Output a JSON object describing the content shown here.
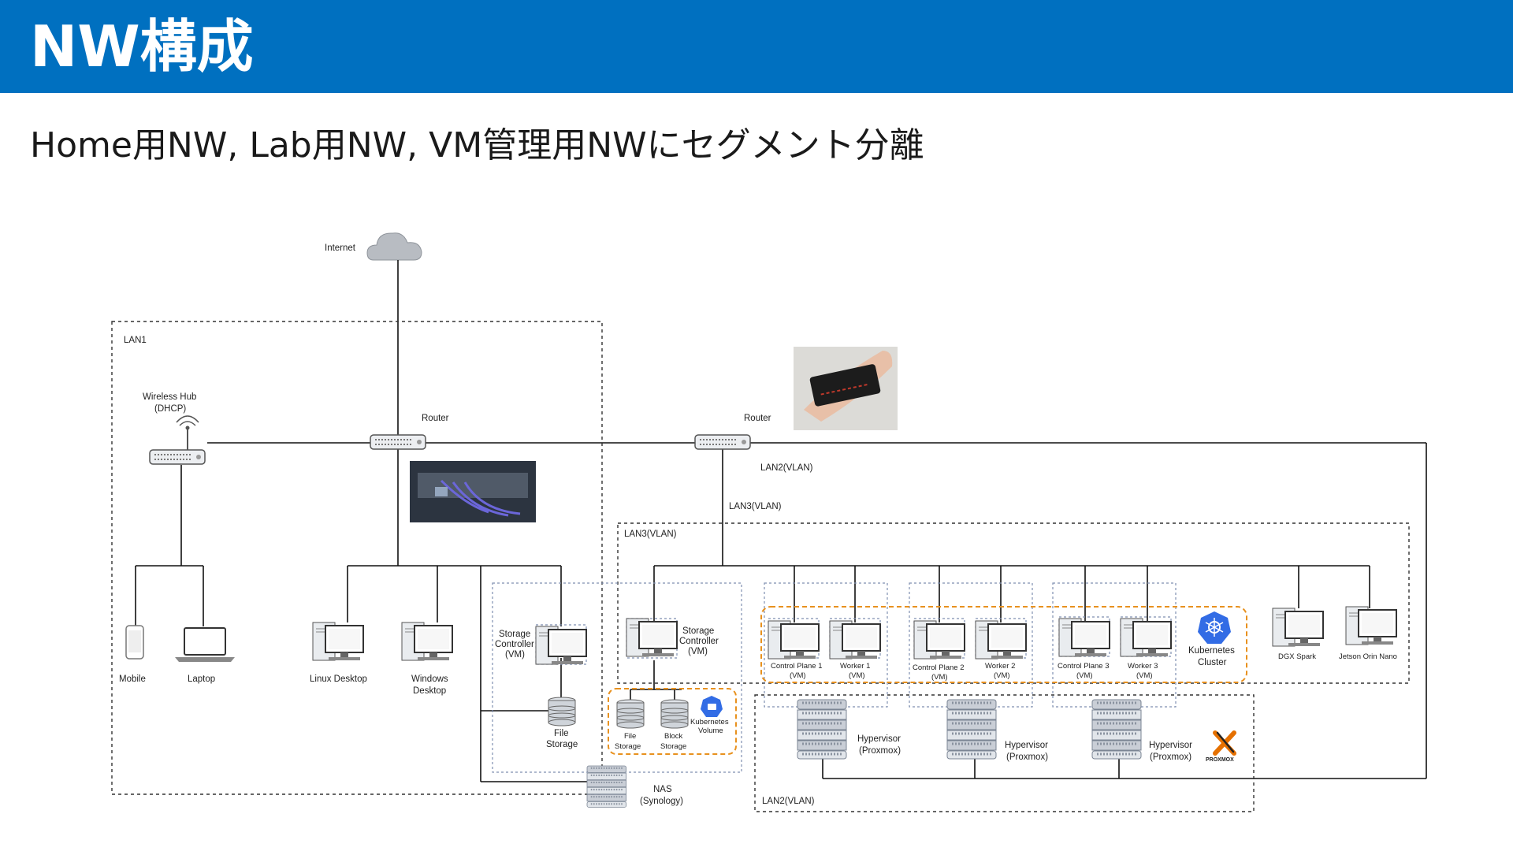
{
  "header": {
    "title": "NW構成",
    "subtitle": "Home用NW, Lab用NW, VM管理用NWにセグメント分離",
    "bar_color": "#0070c0"
  },
  "diagram": {
    "internet": "Internet",
    "lan1": "LAN1",
    "wireless_hub": [
      "Wireless Hub",
      "(DHCP)"
    ],
    "router1": "Router",
    "router2": "Router",
    "lan2_top": "LAN2(VLAN)",
    "lan3_line": "LAN3(VLAN)",
    "lan3_box": "LAN3(VLAN)",
    "lan2_bottom": "LAN2(VLAN)",
    "mobile": "Mobile",
    "laptop": "Laptop",
    "linux_desktop": "Linux Desktop",
    "windows_desktop": [
      "Windows",
      "Desktop"
    ],
    "storage_controller_left": [
      "Storage",
      "Controller",
      "(VM)"
    ],
    "storage_controller_right": [
      "Storage",
      "Controller",
      "(VM)"
    ],
    "file_storage_left": [
      "File",
      "Storage"
    ],
    "file_storage_right": [
      "File",
      "Storage"
    ],
    "block_storage": [
      "Block",
      "Storage"
    ],
    "kubernetes_volume": [
      "Kubernetes",
      "Volume"
    ],
    "nas": [
      "NAS",
      "(Synology)"
    ],
    "control_plane_1": [
      "Control Plane 1",
      "(VM)"
    ],
    "worker_1": [
      "Worker 1",
      "(VM)"
    ],
    "control_plane_2": [
      "Control Plane 2",
      "(VM)"
    ],
    "worker_2": [
      "Worker 2",
      "(VM)"
    ],
    "control_plane_3": [
      "Control Plane 3",
      "(VM)"
    ],
    "worker_3": [
      "Worker 3",
      "(VM)"
    ],
    "kubernetes_cluster": [
      "Kubernetes",
      "Cluster"
    ],
    "dgx_spark": "DGX Spark",
    "jetson": "Jetson Orin Nano",
    "hypervisor_1": [
      "Hypervisor",
      "(Proxmox)"
    ],
    "hypervisor_2": [
      "Hypervisor",
      "(Proxmox)"
    ],
    "hypervisor_3": [
      "Hypervisor",
      "(Proxmox)"
    ],
    "proxmox_logo": "PROXMOX"
  },
  "colors": {
    "kubernetes": "#326ce5",
    "orange_group": "#e8911e",
    "proxmox_orange": "#e57000"
  }
}
